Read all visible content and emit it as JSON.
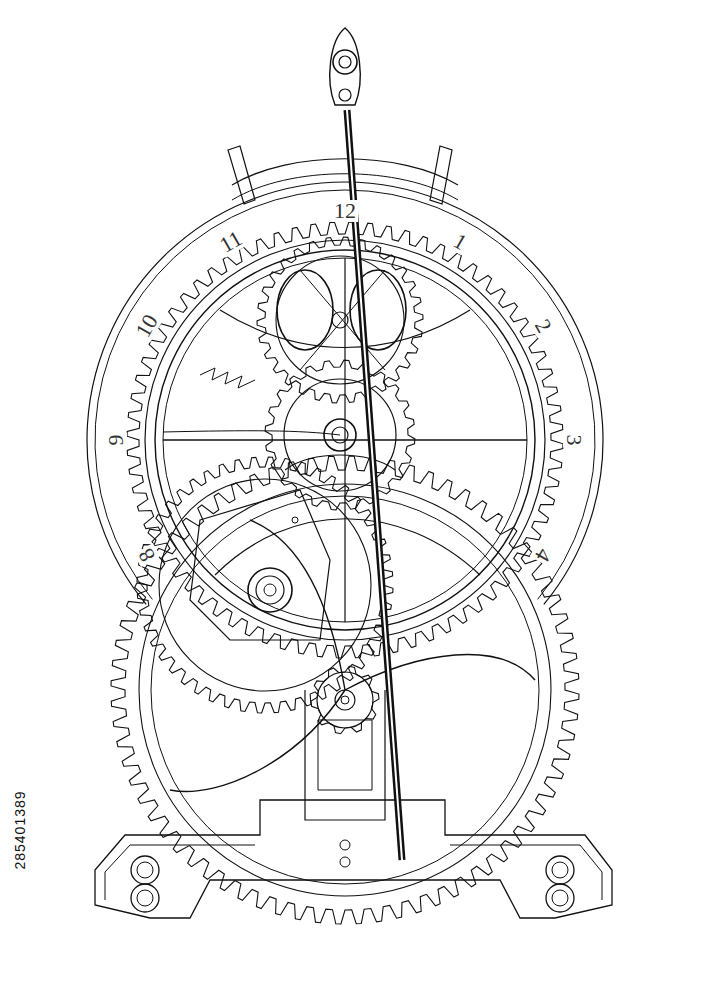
{
  "diagram": {
    "labels": [
      "8",
      "9",
      "10",
      "11",
      "12",
      "1",
      "2",
      "3",
      "4",
      "285401389"
    ]
  }
}
